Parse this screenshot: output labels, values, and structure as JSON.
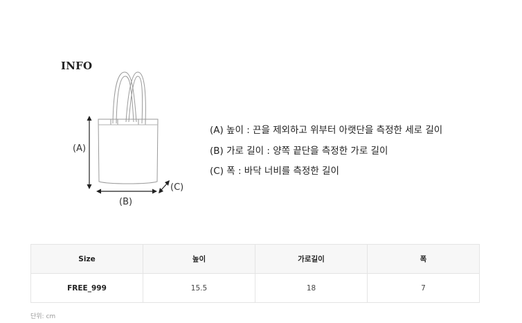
{
  "info": {
    "title": "INFO"
  },
  "diagram": {
    "label_a": "(A)",
    "label_b": "(B)",
    "label_c": "(C)"
  },
  "descriptions": [
    "(A) 높이 : 끈을 제외하고 위부터 아랫단을 측정한 세로 길이",
    "(B) 가로 길이 : 양쪽 끝단을 측정한 가로 길이",
    "(C) 폭 : 바닥 너비를 측정한 길이"
  ],
  "size_table": {
    "headers": [
      "Size",
      "높이",
      "가로길이",
      "폭"
    ],
    "rows": [
      [
        "FREE_999",
        "15.5",
        "18",
        "7"
      ]
    ]
  },
  "unit_note": "단위: cm"
}
